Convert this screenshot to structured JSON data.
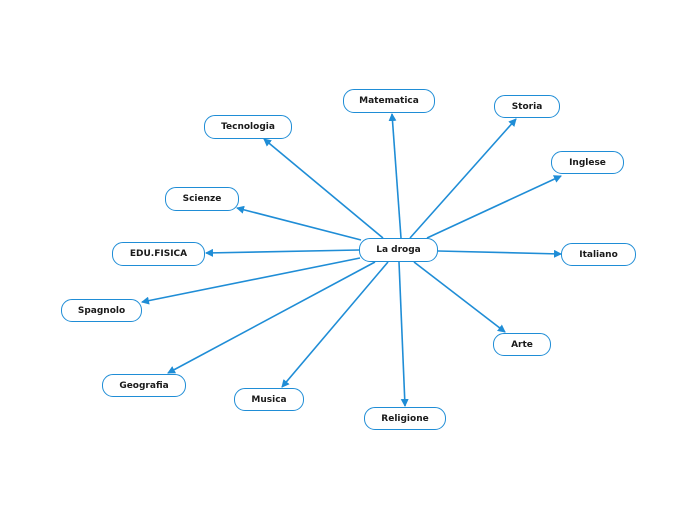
{
  "colors": {
    "accent": "#1f8dd6",
    "background": "#ffffff",
    "text": "#1a1a1a"
  },
  "map": {
    "center": {
      "label": "La droga"
    },
    "topics": [
      {
        "id": "matematica",
        "label": "Matematica"
      },
      {
        "id": "storia",
        "label": "Storia"
      },
      {
        "id": "tecnologia",
        "label": "Tecnologia"
      },
      {
        "id": "inglese",
        "label": "Inglese"
      },
      {
        "id": "scienze",
        "label": "Scienze"
      },
      {
        "id": "edu-fisica",
        "label": "EDU.FISICA"
      },
      {
        "id": "italiano",
        "label": "Italiano"
      },
      {
        "id": "spagnolo",
        "label": "Spagnolo"
      },
      {
        "id": "arte",
        "label": "Arte"
      },
      {
        "id": "geografia",
        "label": "Geografia"
      },
      {
        "id": "musica",
        "label": "Musica"
      },
      {
        "id": "religione",
        "label": "Religione"
      }
    ]
  }
}
